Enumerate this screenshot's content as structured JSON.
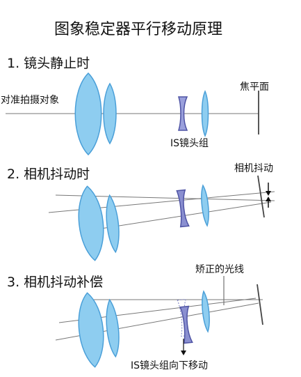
{
  "title": "图象稳定器平行移动原理",
  "sections": [
    {
      "heading": "1. 镜头静止时",
      "labels": {
        "subject": "对准拍摄对象",
        "focal_plane": "焦平面",
        "is_group": "IS镜头组"
      }
    },
    {
      "heading": "2. 相机抖动时",
      "labels": {
        "shake": "相机抖动"
      }
    },
    {
      "heading": "3. 相机抖动补偿",
      "labels": {
        "corrected_rays": "矫正的光线",
        "is_shift": "IS镜头组向下移动"
      }
    }
  ],
  "colors": {
    "lens_fill": "#8ecdf0",
    "lens_stroke": "#4a9fd8",
    "is_lens_fill": "#8a8fd0",
    "is_lens_stroke": "#4e53a4",
    "line": "#555555",
    "ray": "#777777"
  }
}
